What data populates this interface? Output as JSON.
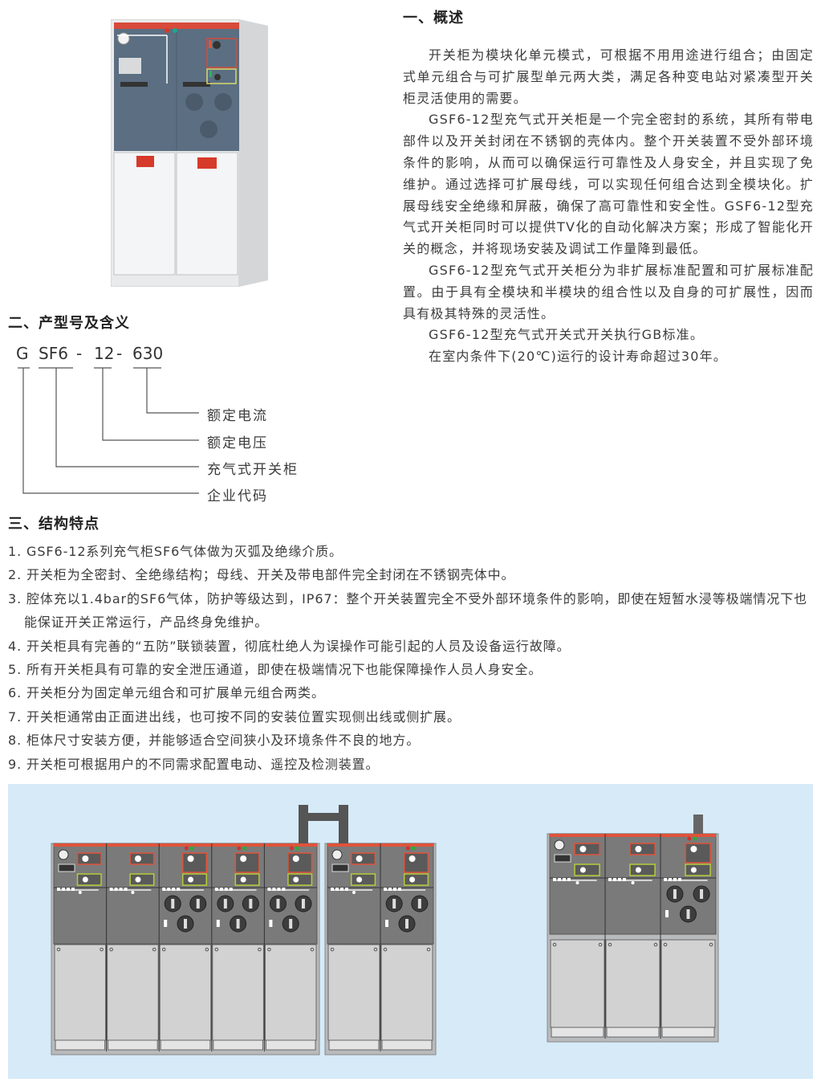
{
  "section1": {
    "heading": "一、概述",
    "paragraphs": [
      "开关柜为模块化单元模式，可根据不用用途进行组合；由固定式单元组合与可扩展型单元两大类，满足各种变电站对紧凑型开关柜灵活使用的需要。",
      "GSF6-12型充气式开关柜是一个完全密封的系统，其所有带电部件以及开关封闭在不锈钢的壳体内。整个开关装置不受外部环境条件的影响，从而可以确保运行可靠性及人身安全，并且实现了免维护。通过选择可扩展母线，可以实现任何组合达到全模块化。扩展母线安全绝缘和屏蔽，确保了高可靠性和安全性。GSF6-12型充气式开关柜同时可以提供TV化的自动化解决方案；形成了智能化开关的概念，并将现场安装及调试工作量降到最低。",
      "GSF6-12型充气式开关柜分为非扩展标准配置和可扩展标准配置。由于具有全模块和半模块的组合性以及自身的可扩展性，因而具有极其特殊的灵活性。",
      "GSF6-12型充气式开关式开关执行GB标准。",
      "在室内条件下(20℃)运行的设计寿命超过30年。"
    ]
  },
  "section2": {
    "heading": "二、产型号及含义",
    "model_parts": [
      "G",
      "SF6",
      "-",
      "12",
      "-",
      "630"
    ],
    "meanings": [
      "额定电流",
      "额定电压",
      "充气式开关柜",
      "企业代码"
    ]
  },
  "section3": {
    "heading": "三、结构特点",
    "items": [
      "1. GSF6-12系列充气柜SF6气体做为灭弧及绝缘介质。",
      "2. 开关柜为全密封、全绝缘结构；母线、开关及带电部件完全封闭在不锈钢壳体中。",
      "3. 腔体充以1.4bar的SF6气体，防护等级达到，IP67：整个开关装置完全不受外部环境条件的影响，即使在短暂水浸等极端情况下也能保证开关正常运行，产品终身免维护。",
      "4. 开关柜具有完善的“五防”联锁装置，彻底杜绝人为误操作可能引起的人员及设备运行故障。",
      "5. 所有开关柜具有可靠的安全泄压通道，即使在极端情况下也能保障操作人员人身安全。",
      "6. 开关柜分为固定单元组合和可扩展单元组合两类。",
      "7. 开关柜通常由正面进出线，也可按不同的安装位置实现侧出线或侧扩展。",
      "8. 柜体尺寸安装方便，并能够适合空间狭小及环境条件不良的地方。",
      "9. 开关柜可根据用户的不同需求配置电动、遥控及检测装置。"
    ]
  },
  "diagrams": {
    "panel_color": "#d6eaf8",
    "cabinet_group_a": {
      "units": 5,
      "types": [
        "load-switch",
        "load-switch",
        "fuse-combo",
        "fuse-combo",
        "fuse-combo"
      ]
    },
    "cabinet_group_b": {
      "units": 2,
      "types": [
        "load-switch",
        "fuse-combo"
      ]
    },
    "cabinet_group_c": {
      "units": 3,
      "types": [
        "load-switch",
        "load-switch",
        "fuse-combo"
      ]
    },
    "colors": {
      "accent_red": "#e0533a",
      "panel_dark": "#7a7a7a",
      "door_light": "#d2d2d2",
      "indicator_green": "#b5cc3a"
    }
  }
}
